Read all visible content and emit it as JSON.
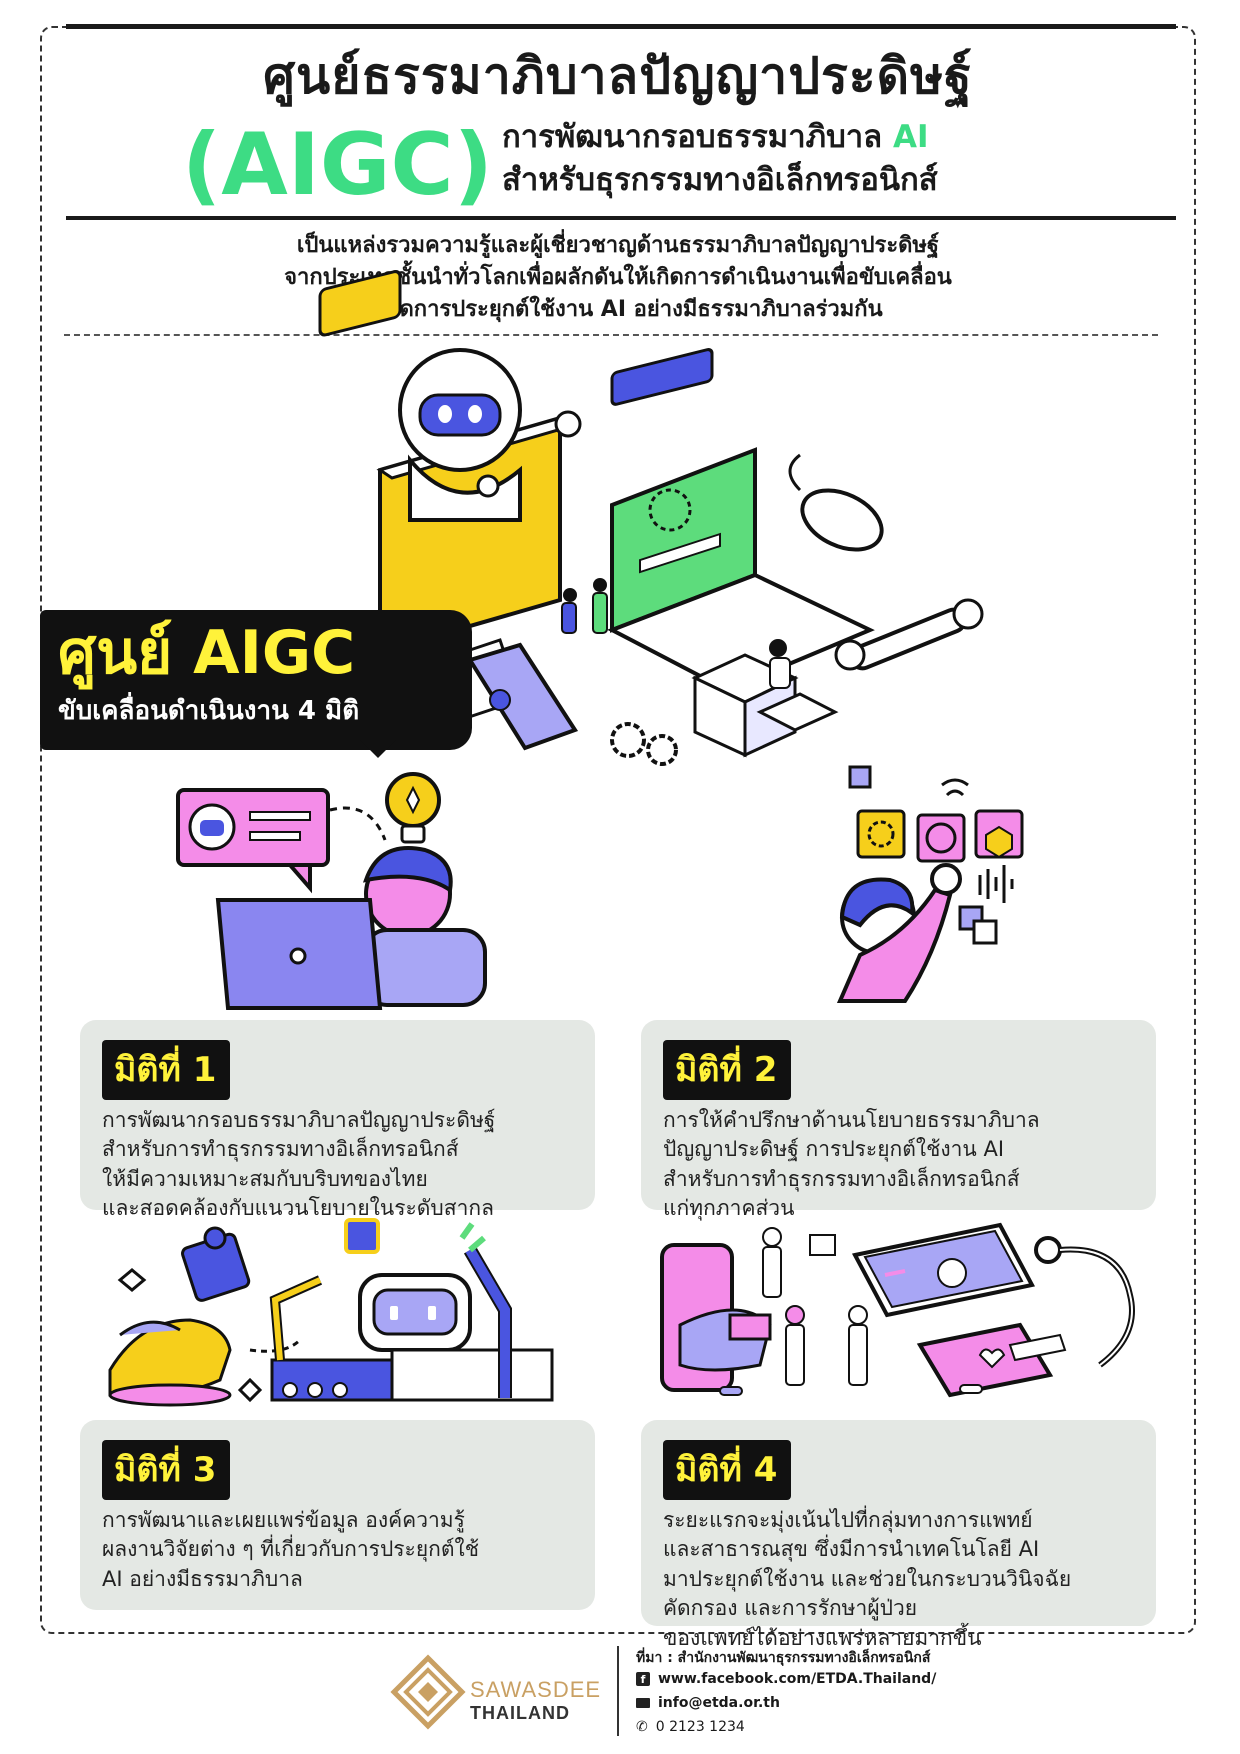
{
  "header": {
    "title": "ศูนย์ธรรมาภิบาลปัญญาประดิษฐ์",
    "acronym": "(AIGC)",
    "subtitle_line1_prefix": "การพัฒนากรอบธรรมาภิบาล ",
    "subtitle_line1_highlight": "AI",
    "subtitle_line2": "สำหรับธุรกรรมทางอิเล็กทรอนิกส์"
  },
  "intro": {
    "line1": "เป็นแหล่งรวมความรู้และผู้เชี่ยวชาญด้านธรรมาภิบาลปัญญาประดิษฐ์",
    "line2": "จากประเทศชั้นนำทั่วโลกเพื่อผลักดันให้เกิดการดำเนินงานเพื่อขับเคลื่อน",
    "line3": "ให้เกิดการประยุกต์ใช้งาน AI อย่างมีธรรมาภิบาลร่วมกัน"
  },
  "badge": {
    "title": "ศูนย์ AIGC",
    "subtitle": "ขับเคลื่อนดำเนินงาน 4 มิติ"
  },
  "dimensions": [
    {
      "label": "มิติที่ 1",
      "lines": [
        "การพัฒนากรอบธรรมาภิบาลปัญญาประดิษฐ์",
        "สำหรับการทำธุรกรรมทางอิเล็กทรอนิกส์",
        "ให้มีความเหมาะสมกับบริบทของไทย",
        "และสอดคล้องกับแนวนโยบายในระดับสากล"
      ]
    },
    {
      "label": "มิติที่ 2",
      "lines": [
        "การให้คำปรึกษาด้านนโยบายธรรมาภิบาล",
        "ปัญญาประดิษฐ์ การประยุกต์ใช้งาน AI",
        "สำหรับการทำธุรกรรมทางอิเล็กทรอนิกส์",
        "แก่ทุกภาคส่วน"
      ]
    },
    {
      "label": "มิติที่ 3",
      "lines": [
        "การพัฒนาและเผยแพร่ข้อมูล องค์ความรู้",
        "ผลงานวิจัยต่าง ๆ ที่เกี่ยวกับการประยุกต์ใช้",
        "AI อย่างมีธรรมาภิบาล"
      ]
    },
    {
      "label": "มิติที่ 4",
      "lines": [
        "ระยะแรกจะมุ่งเน้นไปที่กลุ่มทางการแพทย์",
        "และสาธารณสุข ซึ่งมีการนำเทคโนโลยี AI",
        "มาประยุกต์ใช้งาน และช่วยในกระบวนวินิจฉัย",
        "คัดกรอง และการรักษาผู้ป่วย",
        "ของแพทย์ได้อย่างแพร่หลายมากขึ้น"
      ]
    }
  ],
  "footer": {
    "brand_name": "SAWASDEE",
    "brand_sub": "THAILAND",
    "source_label": "ที่มา :",
    "source_value": "สำนักงานพัฒนาธุรกรรมทางอิเล็กทรอนิกส์",
    "facebook": "www.facebook.com/ETDA.Thailand/",
    "email": "info@etda.or.th",
    "phone": "0 2123 1234"
  },
  "colors": {
    "green": "#3ddc84",
    "yellow": "#fff23a",
    "card_bg": "#e4e8e4",
    "illus_yellow": "#f6cf1b",
    "illus_blue": "#4a55e0",
    "illus_pink": "#f48ce8",
    "illus_violet": "#a8a6f5",
    "brand_gold": "#c9a063"
  }
}
